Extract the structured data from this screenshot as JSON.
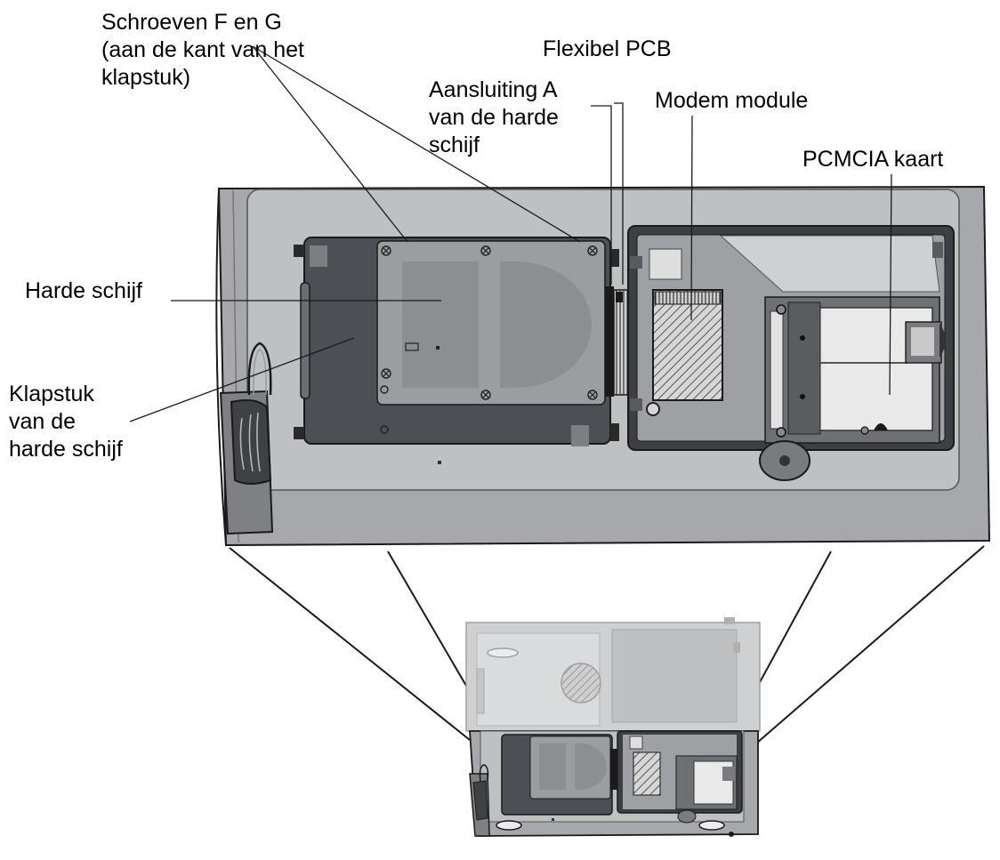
{
  "labels": {
    "screws": [
      "Schroeven F en G",
      "(aan de kant van het",
      "klapstuk)"
    ],
    "flex_pcb": "Flexibel PCB",
    "connector": [
      "Aansluiting A",
      "van de harde",
      "schijf"
    ],
    "modem": "Modem module",
    "pcmcia": "PCMCIA kaart",
    "hdd": "Harde schijf",
    "hdd_flap": [
      "Klapstuk",
      "van de",
      "harde schijf"
    ]
  },
  "colors": {
    "body": "#a7a8ab",
    "tray": "#bfc0c2",
    "hdd_frame": "#4c4f54",
    "hdd_plate": "#9c9da0",
    "hdd_inner": "#8d8e91",
    "bay": "#3e3f42",
    "bay_inner": "#9fa0a3",
    "card": "#e9e9e9",
    "outline": "#1a1a1a"
  }
}
